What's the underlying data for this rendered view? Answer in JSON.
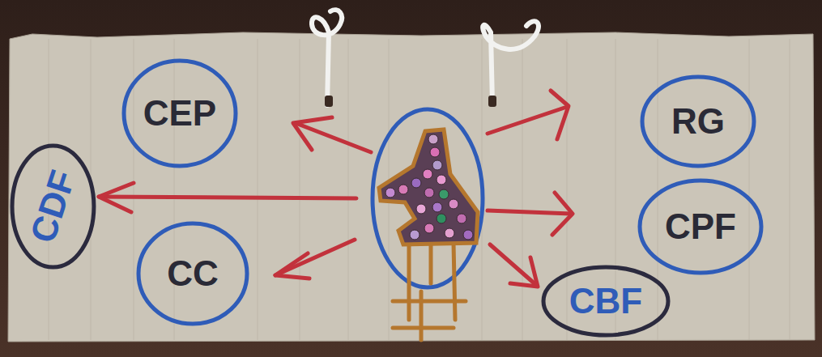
{
  "diagram": {
    "nodes": [
      {
        "text": [
          "CEP"
        ]
      },
      {
        "text": [
          "RG"
        ]
      },
      {
        "text": [
          "CDF"
        ]
      },
      {
        "text": [
          "CPF"
        ]
      },
      {
        "text": [
          "CC"
        ]
      },
      {
        "text": [
          "CBF"
        ]
      }
    ]
  }
}
